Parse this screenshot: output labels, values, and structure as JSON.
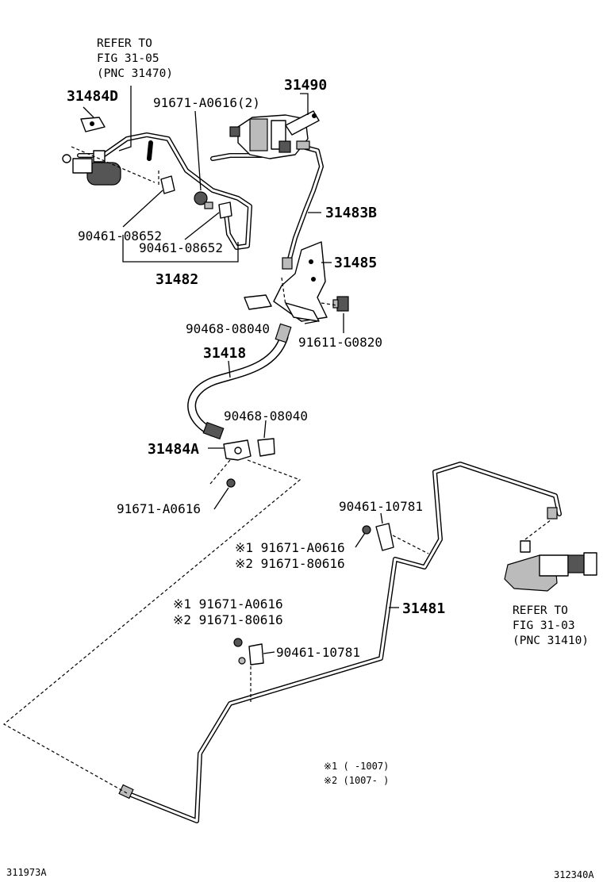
{
  "diagram": {
    "refs": {
      "top_left": [
        "REFER TO",
        "FIG 31-05",
        "(PNC 31470)"
      ],
      "right": [
        "REFER TO",
        "FIG 31-03",
        "(PNC 31410)"
      ]
    },
    "labels": {
      "p31484D": "31484D",
      "p91671_A0616_2": "91671-A0616(2)",
      "p31490": "31490",
      "p31483B": "31483B",
      "p90461_08652_a": "90461-08652",
      "p90461_08652_b": "90461-08652",
      "p31482": "31482",
      "p31485": "31485",
      "p90468_08040_a": "90468-08040",
      "p91611_G0820": "91611-G0820",
      "p31418": "31418",
      "p90468_08040_b": "90468-08040",
      "p31484A": "31484A",
      "p91671_A0616": "91671-A0616",
      "p90461_10781_a": "90461-10781",
      "p91671_A0616_m1a": "※1 91671-A0616",
      "p91671_80616_m2a": "※2 91671-80616",
      "p31481": "31481",
      "p91671_A0616_m1b": "※1 91671-A0616",
      "p91671_80616_m2b": "※2 91671-80616",
      "p90461_10781_b": "90461-10781"
    },
    "notes": {
      "note1": "※1 (    -1007)",
      "note2": "※2 (1007-    )"
    },
    "codes": {
      "left": "311973A",
      "right": "312340A"
    }
  }
}
